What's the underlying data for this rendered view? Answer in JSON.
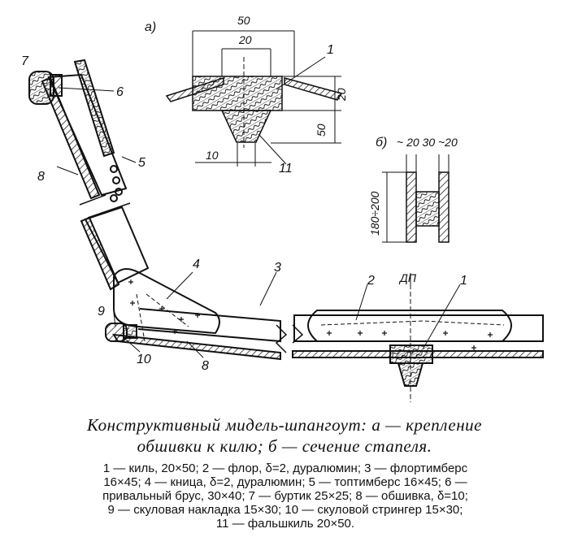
{
  "figure": {
    "sub_a": "а)",
    "sub_b": "б)",
    "dim_50_top": "50",
    "dim_20_top": "20",
    "dim_20_right": "20",
    "dim_50_right": "50",
    "dim_10": "10",
    "b_dims": "~ 20 30 ~20",
    "b_height": "180÷200",
    "dp": "ДП",
    "callouts": [
      "1",
      "2",
      "3",
      "4",
      "5",
      "6",
      "7",
      "8",
      "9",
      "10",
      "11"
    ]
  },
  "caption": {
    "title_line1": "Конструктивный мидель-шпангоут: а — крепление",
    "title_line2": "обшивки к килю; б — сечение стапеля.",
    "legend_lines": [
      "1 — киль, 20×50; 2 — флор, δ=2, дуралюмин; 3 — флортимберс",
      "16×45; 4 — кница, δ=2, дуралюмин; 5 — топтимберс 16×45; 6 —",
      "привальный брус, 30×40; 7 — буртик 25×25; 8 — обшивка, δ=10;",
      "9 — скуловая накладка 15×30; 10 — скуловой стрингер 15×30;",
      "11 — фальшкиль 20×50."
    ]
  }
}
